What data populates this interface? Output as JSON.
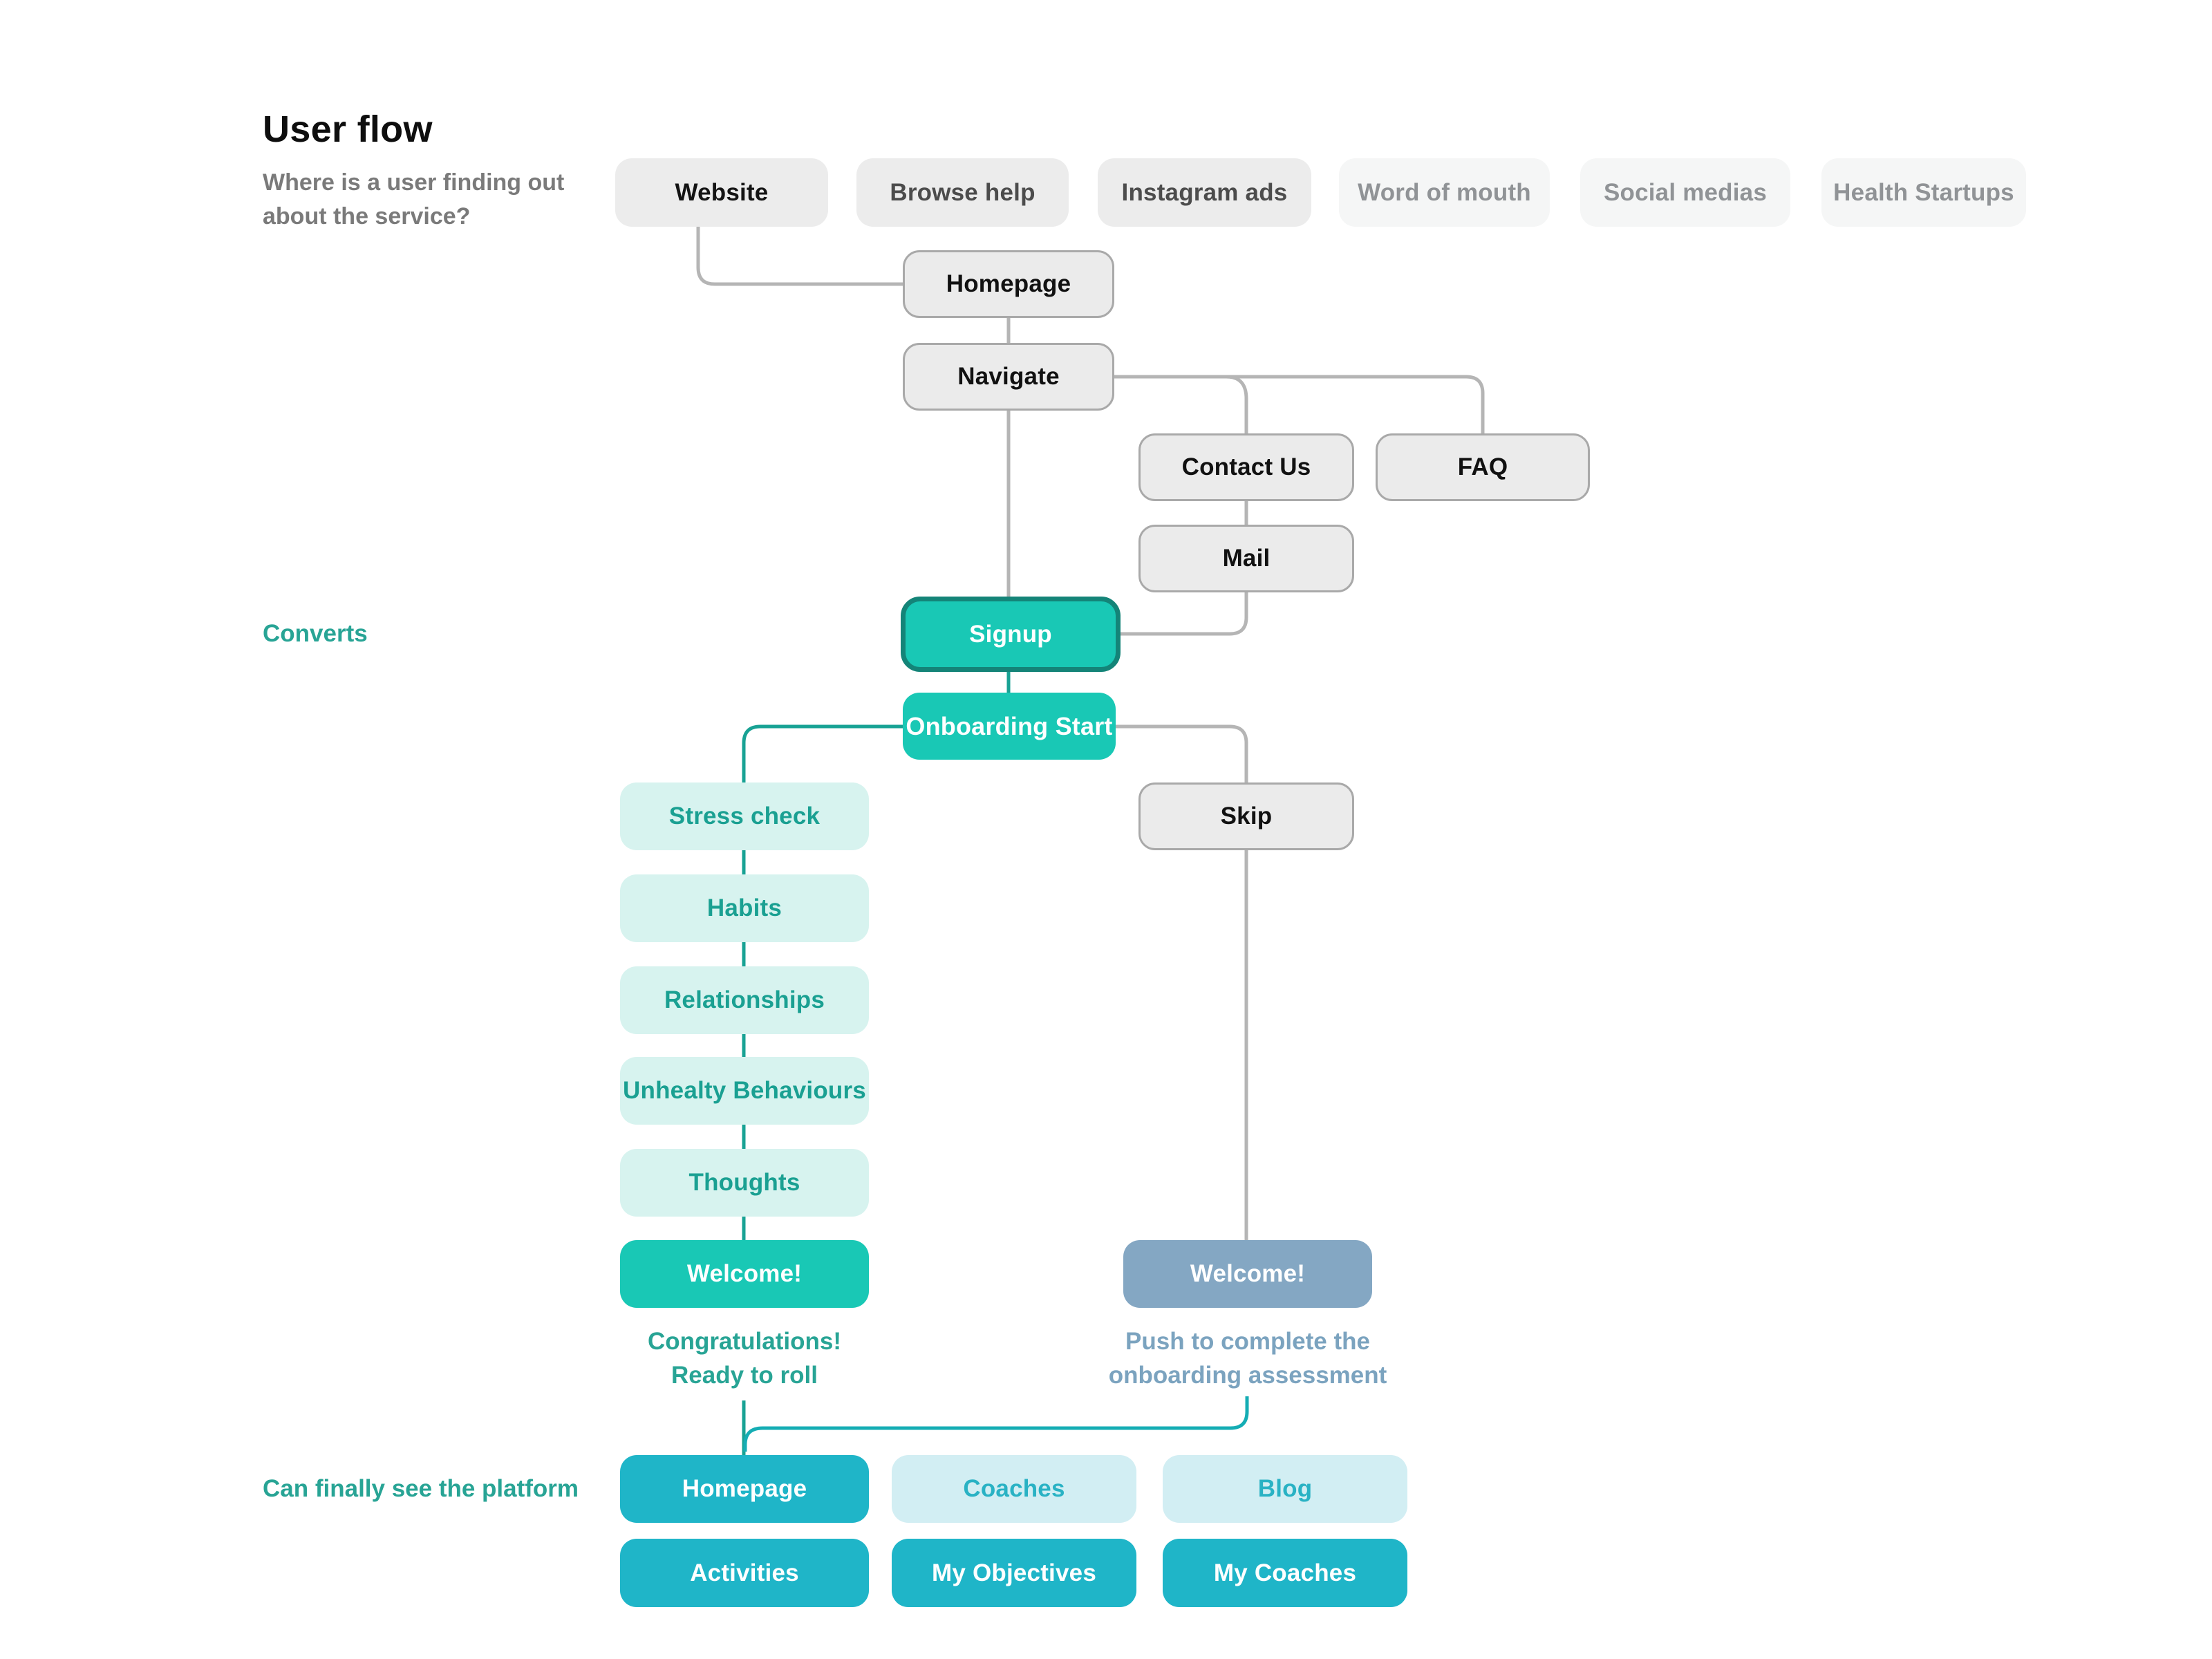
{
  "header": {
    "title": "User flow",
    "subtitle": "Where is a user finding out about the service?"
  },
  "annotations": {
    "converts": "Converts",
    "platform": "Can finally see the platform",
    "congrats": {
      "line1": "Congratulations!",
      "line2": "Ready to roll"
    },
    "push": {
      "line1": "Push to complete the",
      "line2": "onboarding assessment"
    }
  },
  "nodes": {
    "website": "Website",
    "browse_help": "Browse help",
    "instagram_ads": "Instagram ads",
    "word_of_mouth": "Word of mouth",
    "social_medias": "Social medias",
    "health_startups": "Health Startups",
    "homepage_top": "Homepage",
    "navigate": "Navigate",
    "contact_us": "Contact Us",
    "faq": "FAQ",
    "mail": "Mail",
    "signup": "Signup",
    "onboarding_start": "Onboarding Start",
    "stress_check": "Stress check",
    "habits": "Habits",
    "relationships": "Relationships",
    "unhealthy_behaviours": "Unhealty Behaviours",
    "thoughts": "Thoughts",
    "welcome_left": "Welcome!",
    "skip": "Skip",
    "welcome_right": "Welcome!",
    "homepage_bottom": "Homepage",
    "coaches": "Coaches",
    "blog": "Blog",
    "activities": "Activities",
    "my_objectives": "My Objectives",
    "my_coaches": "My Coaches"
  },
  "colors": {
    "teal_fill": "#19c8b5",
    "teal_border": "#148478",
    "teal_light_bg": "#d7f3ef",
    "teal_text": "#1aa092",
    "teal_line": "#18a294",
    "cyan_fill": "#1fb5c8",
    "cyan_light_bg": "#d2eef3",
    "cyan_text": "#29b2c4",
    "merge_line": "#15adb4",
    "blue_fill": "#84a7c3",
    "blue_text": "#7ba3bf",
    "gray_box_bg": "#ebebeb",
    "gray_box_border": "#a9a9a9",
    "gray_line": "#b5b5b5",
    "annotation_teal": "#28a495"
  }
}
